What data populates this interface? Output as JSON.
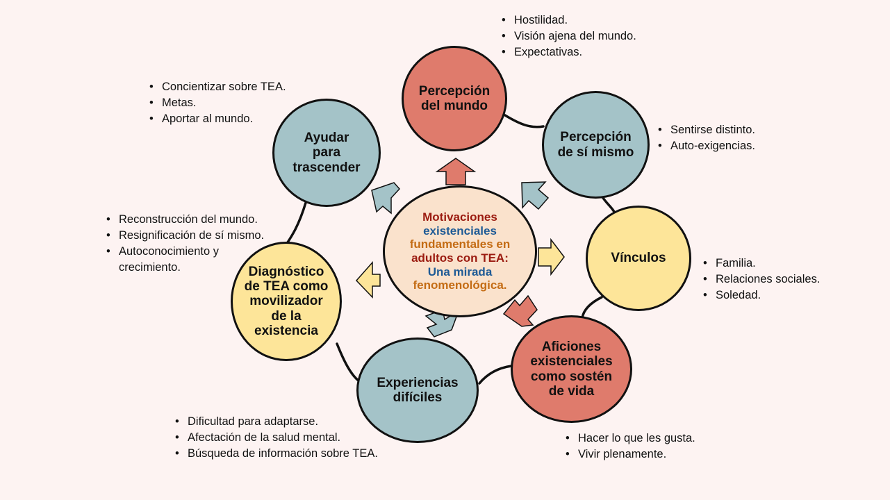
{
  "center": {
    "line1": "Motivaciones",
    "line2": "existenciales",
    "line3": "fundamentales en",
    "line4": "adultos con TEA:",
    "line5": "Una mirada",
    "line6": "fenomenológica.",
    "colors": {
      "red": "#9b1b10",
      "blue": "#1f5b96",
      "orange": "#c46c14"
    }
  },
  "nodes": {
    "percepcion_mundo": "Percepción del mundo",
    "percepcion_si": "Percepción de sí mismo",
    "vinculos": "Vínculos",
    "aficiones": "Aficiones existenciales como sostén de vida",
    "experiencias": "Experiencias difíciles",
    "diagnostico": "Diagnóstico de TEA como movilizador de la existencia",
    "ayudar": "Ayudar para trascender"
  },
  "bullets": {
    "percepcion_mundo": [
      "Hostilidad.",
      "Visión ajena del mundo.",
      "Expectativas."
    ],
    "percepcion_si": [
      "Sentirse distinto.",
      "Auto-exigencias."
    ],
    "vinculos": [
      "Familia.",
      "Relaciones sociales.",
      "Soledad."
    ],
    "aficiones": [
      "Hacer lo que les gusta.",
      "Vivir plenamente."
    ],
    "experiencias": [
      "Dificultad para adaptarse.",
      "Afectación de la salud mental.",
      "Búsqueda de información sobre TEA."
    ],
    "diagnostico": [
      "Reconstrucción del mundo.",
      "Resignificación de sí mismo.",
      "Autoconocimiento y crecimiento."
    ],
    "ayudar": [
      "Concientizar sobre TEA.",
      "Metas.",
      "Aportar al mundo."
    ]
  },
  "colors": {
    "background": "#fdf3f2",
    "red": "#df7b6c",
    "blue": "#a4c3c8",
    "yellow": "#fde599",
    "center": "#fae2cc"
  }
}
